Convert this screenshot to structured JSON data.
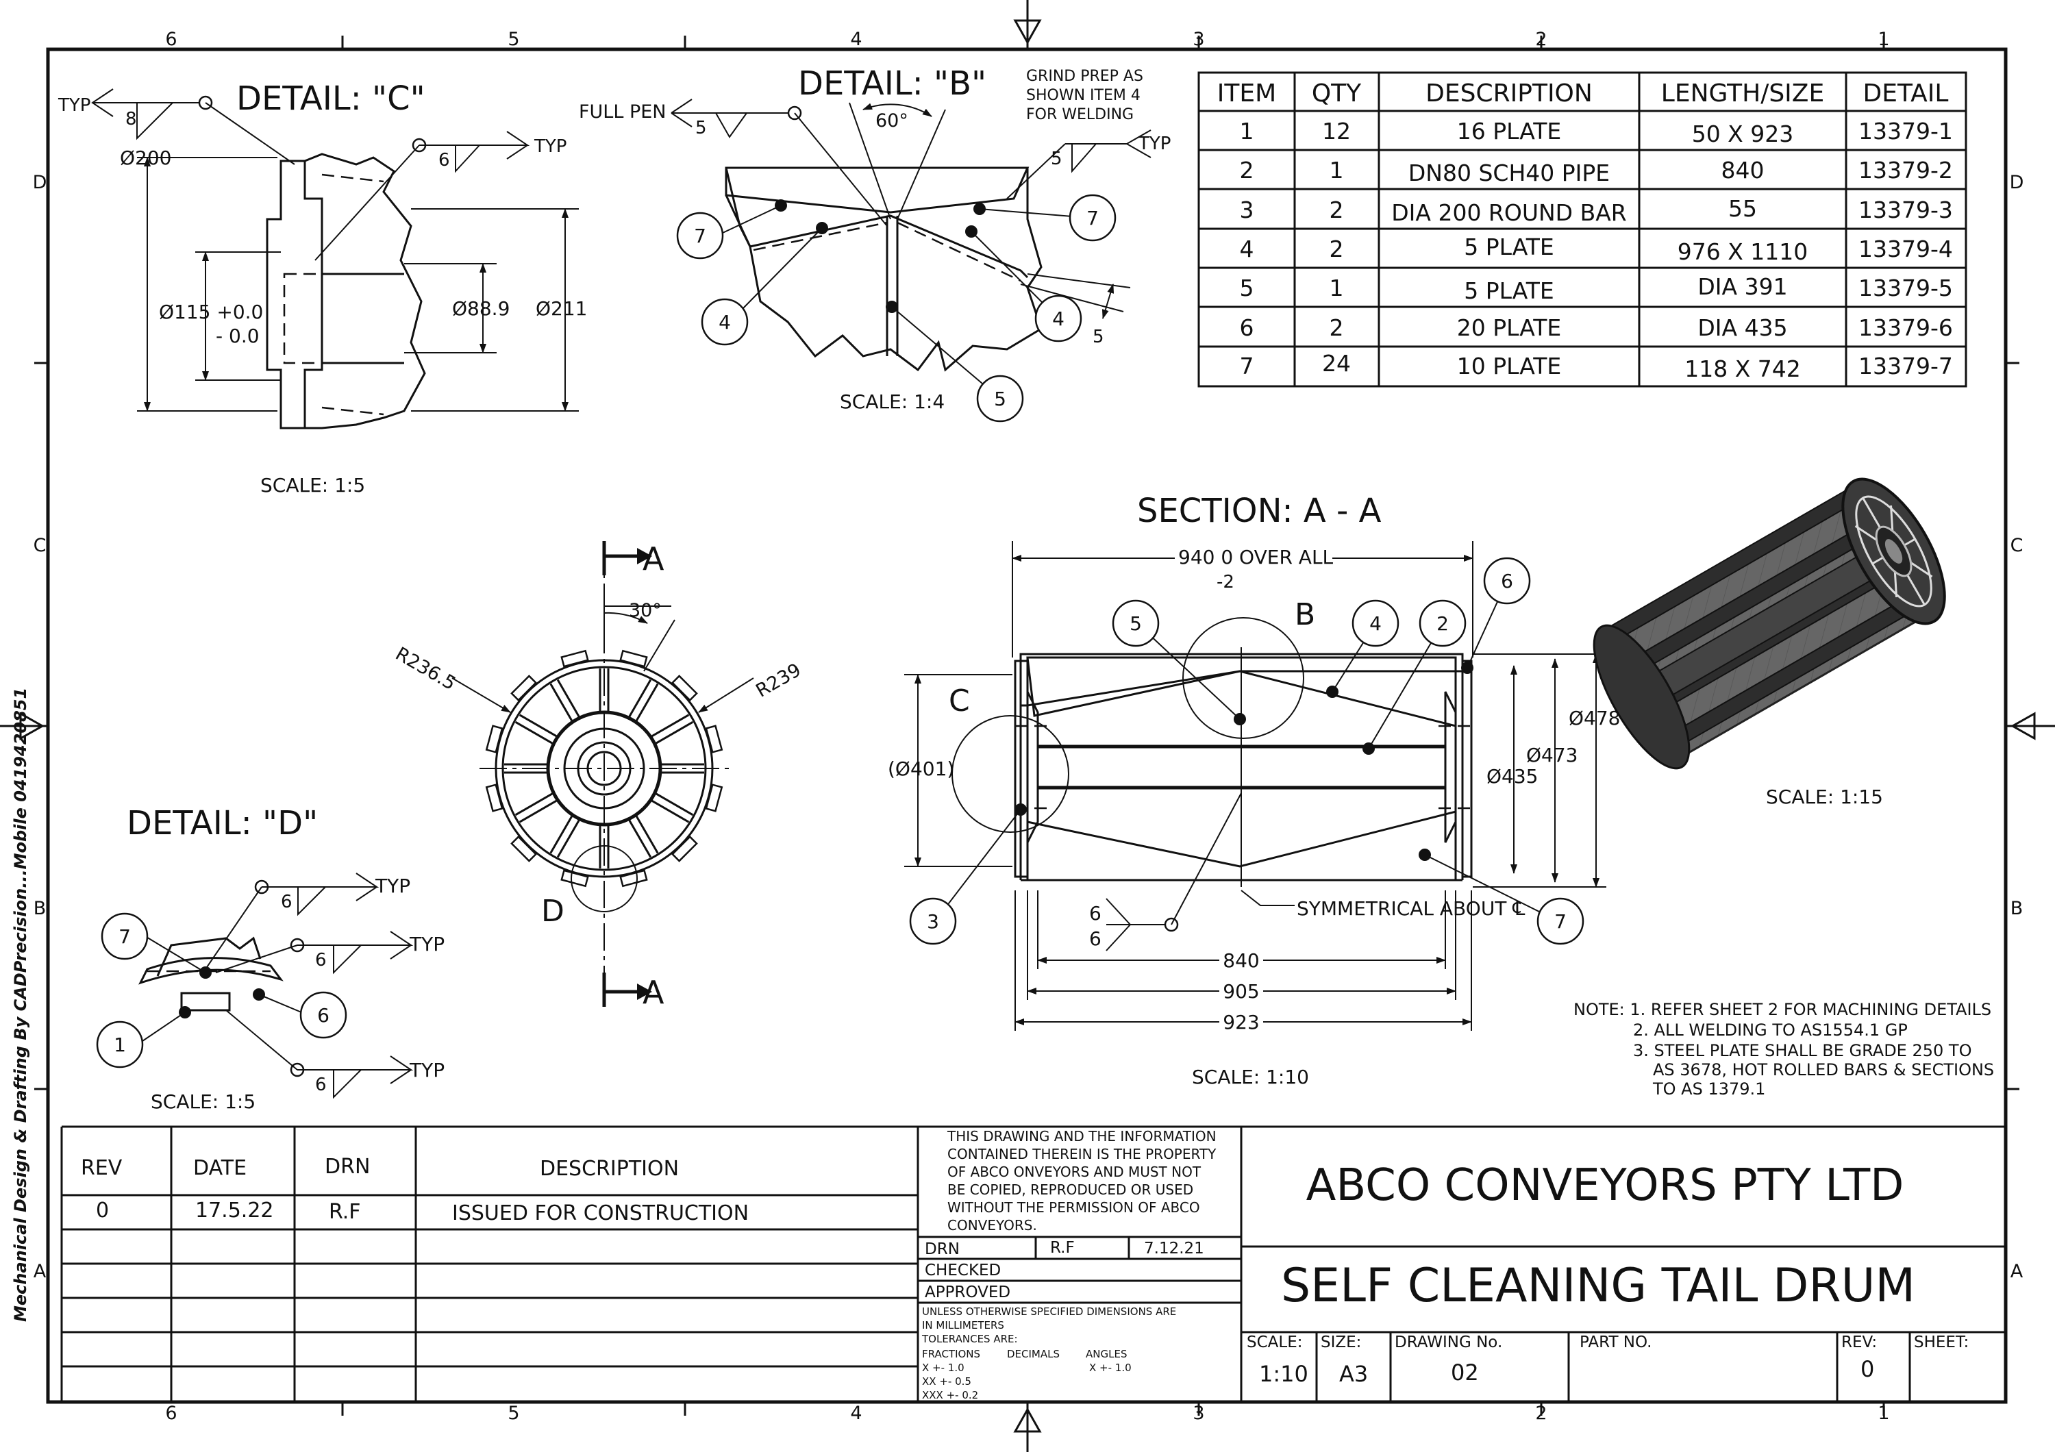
{
  "frame": {
    "top_zones": [
      "6",
      "5",
      "4",
      "3",
      "2",
      "1"
    ],
    "bottom_zones": [
      "6",
      "5",
      "4",
      "3",
      "2",
      "1"
    ],
    "left_zones": [
      "D",
      "C",
      "B",
      "A"
    ],
    "right_zones": [
      "D",
      "C",
      "B",
      "A"
    ],
    "side_credit": "Mechanical Design & Drafting By CADPrecision...Mobile 0419420851"
  },
  "detail_c": {
    "title": "DETAIL: \"C\"",
    "scale": "SCALE: 1:5",
    "typ_left": "TYP",
    "weld_left": "8",
    "weld_right": "6",
    "typ_right": "TYP",
    "d200": "Ø200",
    "d115_a": "Ø115 +0.0",
    "d115_b": "- 0.0",
    "d889": "Ø88.9",
    "d211": "Ø211"
  },
  "detail_b": {
    "title": "DETAIL: \"B\"",
    "scale": "SCALE: 1:4",
    "full_pen": "FULL PEN",
    "weld_fp": "5",
    "angle": "60°",
    "note1": "GRIND PREP AS",
    "note2": "SHOWN ITEM 4",
    "note3": "FOR WELDING",
    "weld_typ": "5",
    "typ": "TYP",
    "dim5": "5",
    "balloons": [
      "7",
      "7",
      "4",
      "4",
      "5"
    ]
  },
  "parts_table": {
    "headers": [
      "ITEM",
      "QTY",
      "DESCRIPTION",
      "LENGTH/SIZE",
      "DETAIL"
    ],
    "rows": [
      [
        "1",
        "12",
        "16 PLATE",
        "50 X 923",
        "13379-1"
      ],
      [
        "2",
        "1",
        "DN80 SCH40 PIPE",
        "840",
        "13379-2"
      ],
      [
        "3",
        "2",
        "DIA 200 ROUND BAR",
        "55",
        "13379-3"
      ],
      [
        "4",
        "2",
        "5 PLATE",
        "976 X 1110",
        "13379-4"
      ],
      [
        "5",
        "1",
        "5 PLATE",
        "DIA 391",
        "13379-5"
      ],
      [
        "6",
        "2",
        "20 PLATE",
        "DIA 435",
        "13379-6"
      ],
      [
        "7",
        "24",
        "10 PLATE",
        "118 X 742",
        "13379-7"
      ]
    ]
  },
  "end_view": {
    "a_top": "A",
    "a_bottom": "A",
    "angle": "30°",
    "r1": "R236.5",
    "r2": "R239",
    "detail_label": "D"
  },
  "section": {
    "title": "SECTION: A - A",
    "overall": "940  0 OVER ALL",
    "overall_tol": "-2",
    "b_label": "B",
    "c_label": "C",
    "d401": "(Ø401)",
    "d478": "Ø478",
    "d473": "Ø473",
    "d435": "Ø435",
    "sym": "SYMMETRICAL ABOUT ℄",
    "weld_a": "6",
    "weld_b": "6",
    "d840": "840",
    "d905": "905",
    "d923": "923",
    "scale": "SCALE: 1:10",
    "balloons": [
      "5",
      "4",
      "2",
      "6",
      "3",
      "7"
    ]
  },
  "iso": {
    "scale": "SCALE: 1:15"
  },
  "detail_d": {
    "title": "DETAIL: \"D\"",
    "scale": "SCALE: 1:5",
    "w1": "6",
    "w2": "6",
    "w3": "6",
    "typ1": "TYP",
    "typ2": "TYP",
    "typ3": "TYP",
    "balloons": [
      "7",
      "6",
      "1"
    ]
  },
  "notes": {
    "n1": "NOTE: 1. REFER SHEET 2 FOR MACHINING DETAILS",
    "n2": "2. ALL WELDING TO AS1554.1 GP",
    "n3": "3. STEEL PLATE SHALL BE GRADE 250 TO",
    "n4": "AS 3678, HOT ROLLED BARS & SECTIONS",
    "n5": "TO AS 1379.1"
  },
  "revision": {
    "headers": [
      "REV",
      "DATE",
      "DRN",
      "DESCRIPTION"
    ],
    "row": [
      "0",
      "17.5.22",
      "R.F",
      "ISSUED FOR CONSTRUCTION"
    ]
  },
  "copyright": [
    "THIS DRAWING AND THE INFORMATION",
    "CONTAINED THEREIN IS THE PROPERTY",
    "OF ABCO ONVEYORS AND MUST NOT",
    "BE COPIED, REPRODUCED OR USED",
    "WITHOUT THE PERMISSION OF ABCO",
    "CONVEYORS."
  ],
  "approvals": {
    "drn": "DRN",
    "drn_by": "R.F",
    "drn_date": "7.12.21",
    "checked": "CHECKED",
    "approved": "APPROVED"
  },
  "tolerances": {
    "l1": "UNLESS OTHERWISE SPECIFIED DIMENSIONS ARE",
    "l2": "IN MILLIMETERS",
    "l3": "TOLERANCES ARE:",
    "l4a": "FRACTIONS",
    "l4b": "DECIMALS",
    "l4c": "ANGLES",
    "l5a": "X   +-  1.0",
    "l5b": "X +- 1.0",
    "l6": "XX   +-  0.5",
    "l7": "XXX  +- 0.2"
  },
  "title_block": {
    "company": "ABCO CONVEYORS PTY LTD",
    "title": "SELF CLEANING TAIL DRUM",
    "scale_label": "SCALE:",
    "scale": "1:10",
    "size_label": "SIZE:",
    "size": "A3",
    "dwg_label": "DRAWING No.",
    "dwg": "02",
    "part_label": "PART NO.",
    "rev_label": "REV:",
    "rev": "0",
    "sheet_label": "SHEET:"
  }
}
